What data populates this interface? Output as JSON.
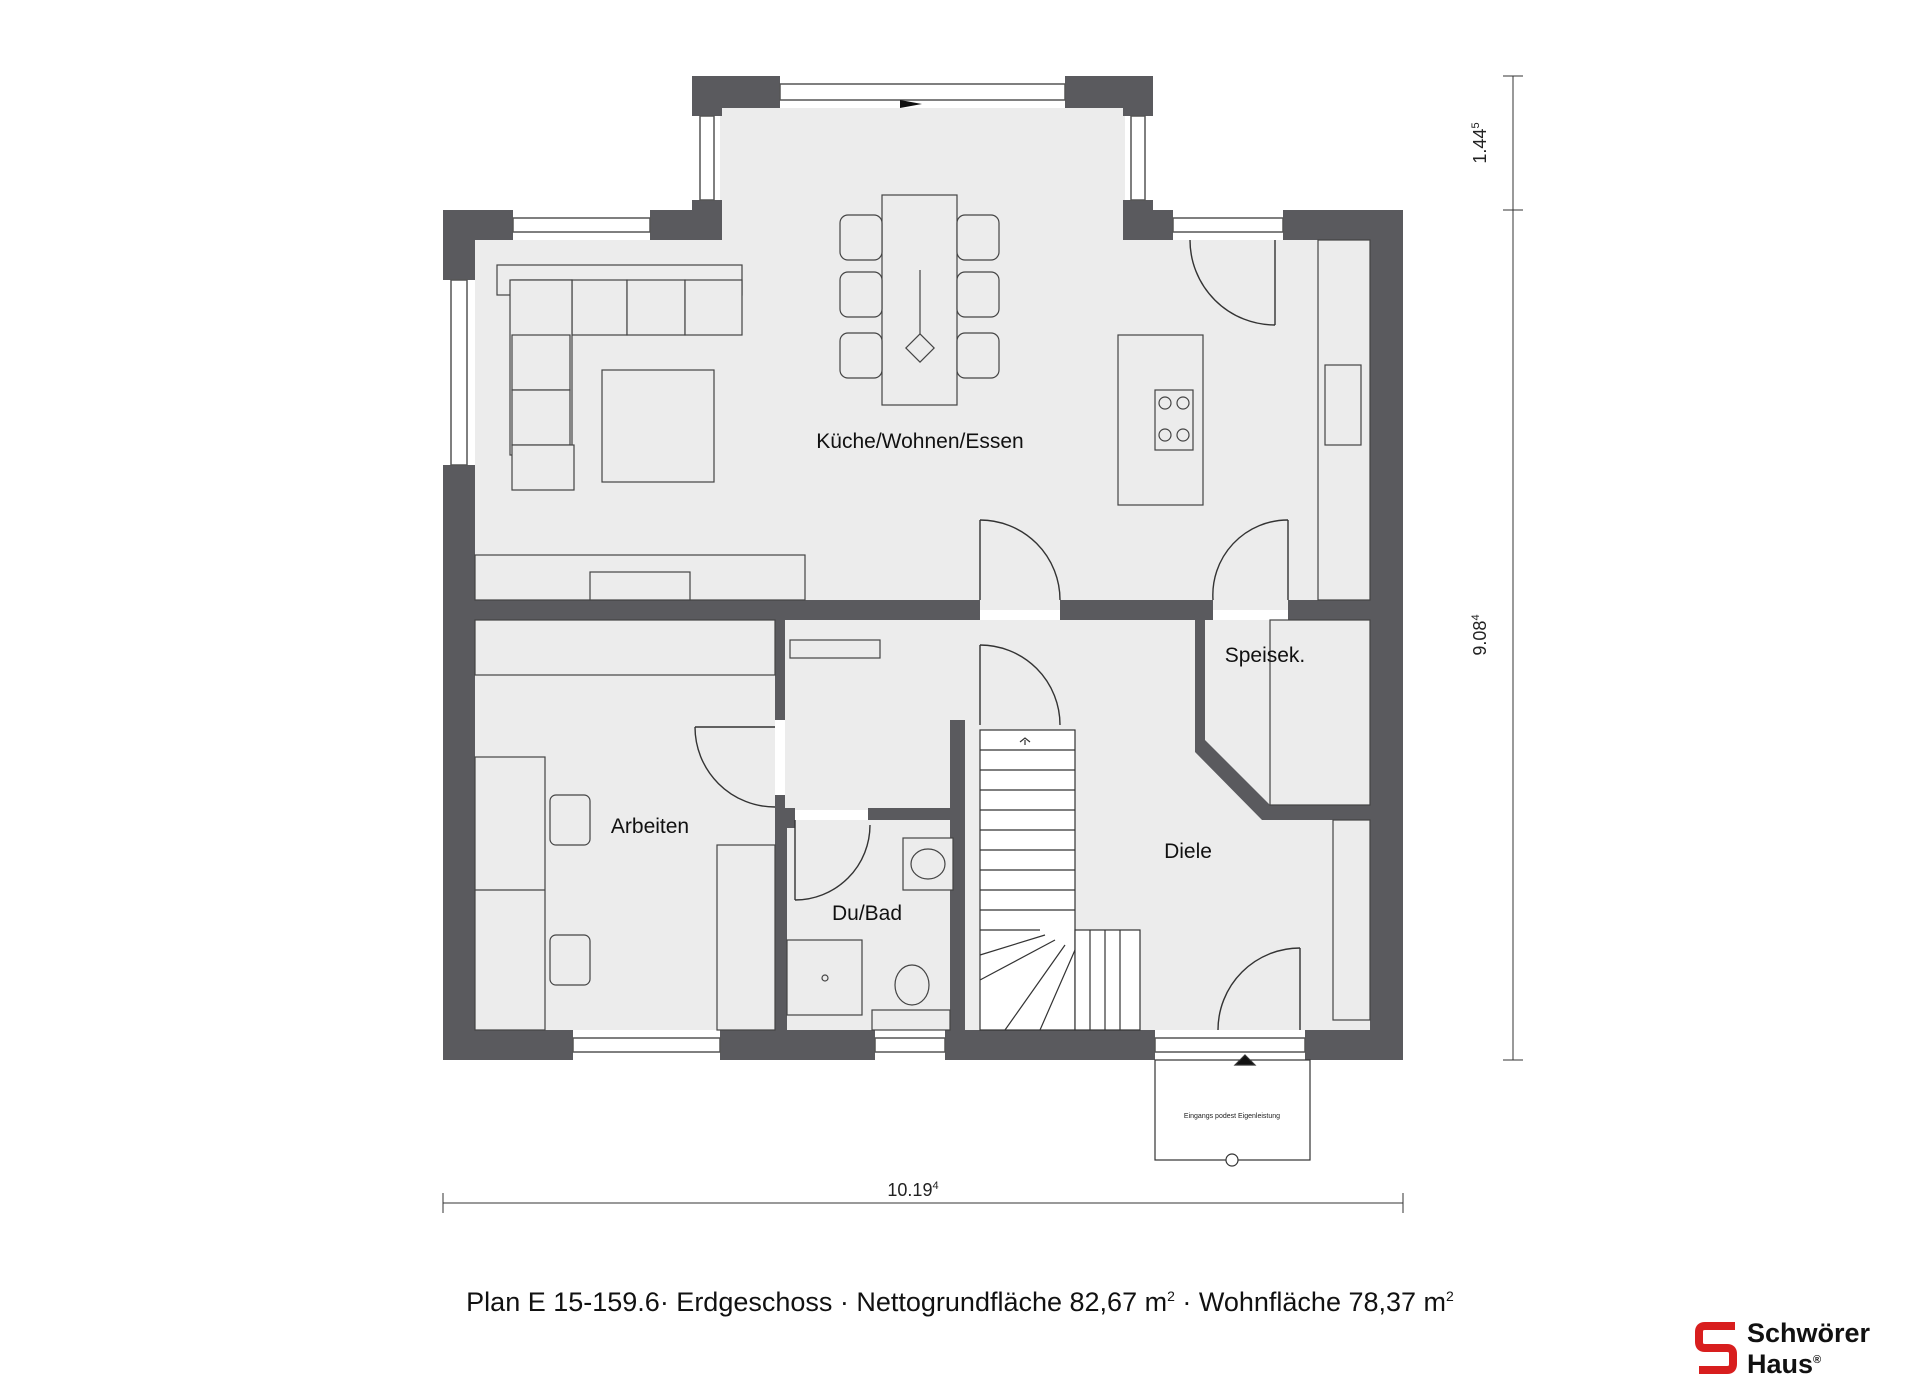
{
  "rooms": {
    "kitchen_living_dining": "Küche/Wohnen/Essen",
    "work": "Arbeiten",
    "pantry": "Speisek.",
    "hall": "Diele",
    "bath": "Du/Bad"
  },
  "dimensions": {
    "width_main": "10.19",
    "width_sup": "4",
    "height_main": "9.08",
    "height_sup": "4",
    "bay_main": "1.44",
    "bay_sup": "5"
  },
  "entrance_note": "Eingangs podest Eigenleistung",
  "caption": {
    "plan": "Plan E 15-159.6· Erdgeschoss · Nettogrundfläche 82,67 m",
    "area_sup": "2",
    "sep": " · Wohnfläche 78,37 m",
    "area_sup2": "2"
  },
  "logo": {
    "line1": "Schwörer",
    "line2": "Haus",
    "mark": "®"
  },
  "colors": {
    "wall": "#5a5a5e",
    "floor": "#ececec",
    "accent": "#d81e1e"
  }
}
